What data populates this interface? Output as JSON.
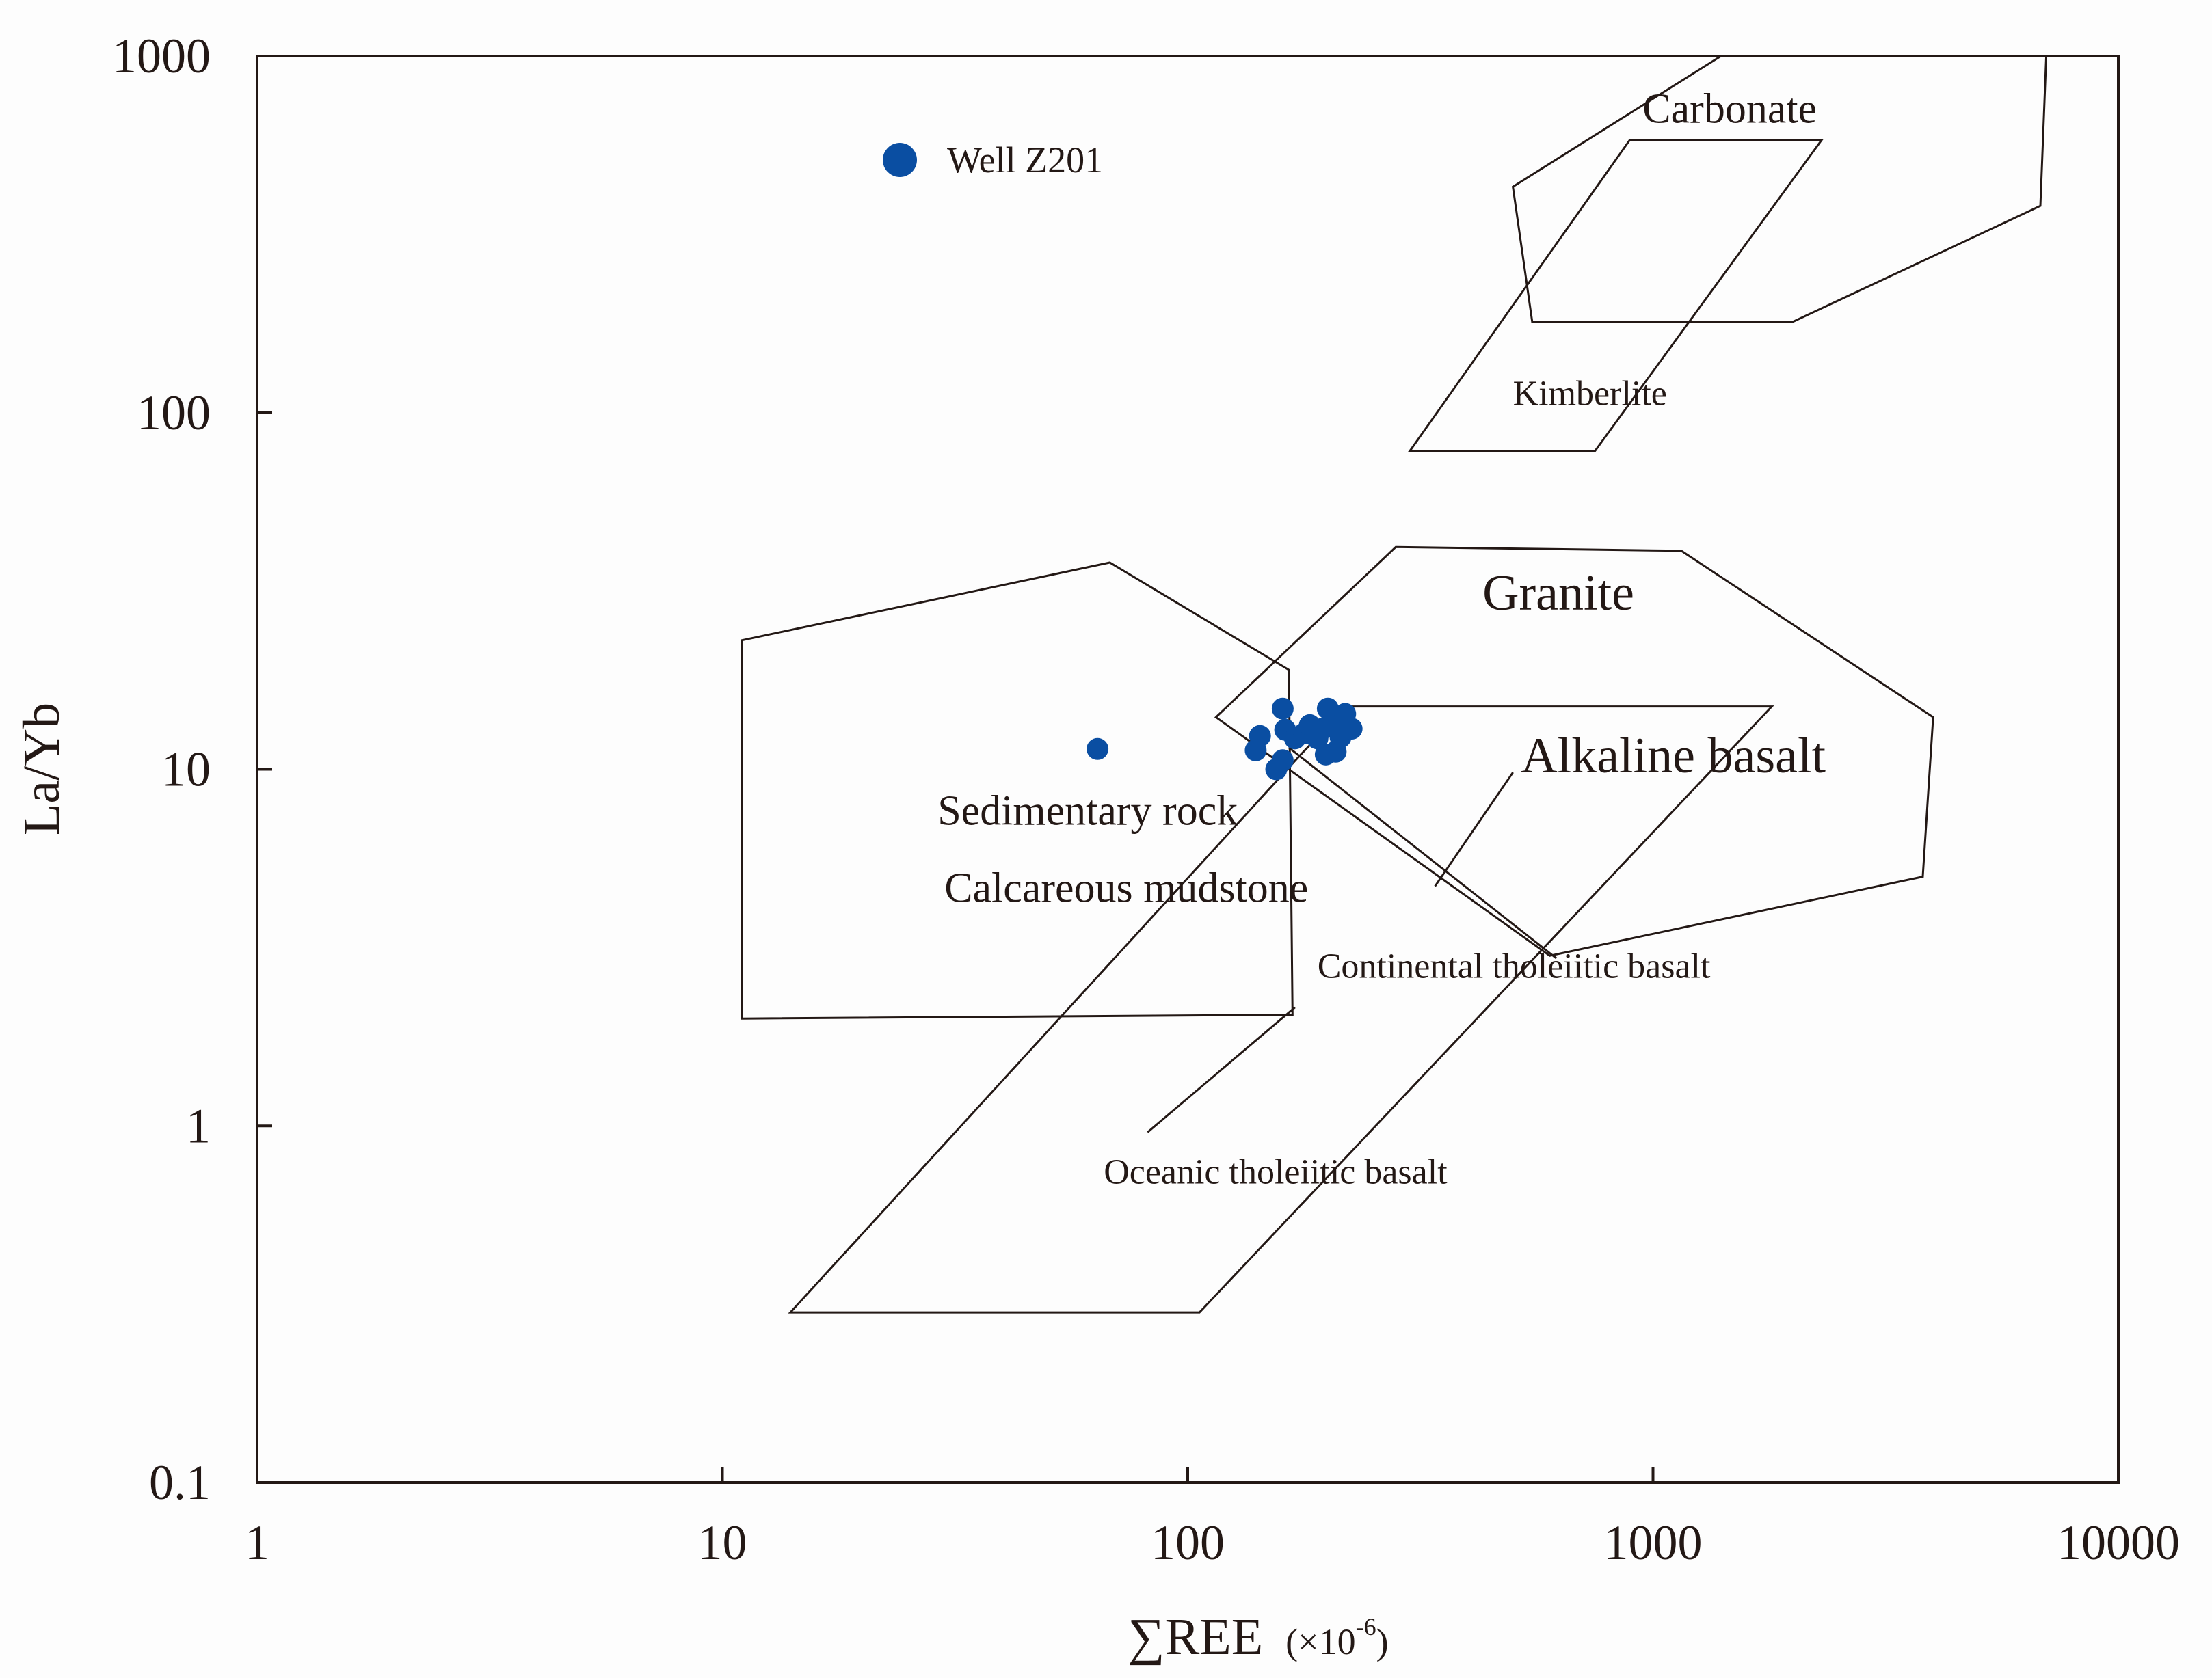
{
  "chart_data": {
    "type": "scatter",
    "x_scale": "log",
    "y_scale": "log",
    "xlim": [
      1,
      10000
    ],
    "ylim": [
      0.1,
      1000
    ],
    "xlabel": "∑REE",
    "xlabel_unit": "(×10",
    "xlabel_unit_exp": "-6",
    "xlabel_unit_close": ")",
    "ylabel": "La/Yb",
    "x_ticks": [
      {
        "value": 1,
        "label": "1"
      },
      {
        "value": 10,
        "label": "10"
      },
      {
        "value": 100,
        "label": "100"
      },
      {
        "value": 1000,
        "label": "1000"
      },
      {
        "value": 10000,
        "label": "10000"
      }
    ],
    "y_ticks": [
      {
        "value": 0.1,
        "label": "0.1"
      },
      {
        "value": 1,
        "label": "1"
      },
      {
        "value": 10,
        "label": "10"
      },
      {
        "value": 100,
        "label": "100"
      },
      {
        "value": 1000,
        "label": "1000"
      }
    ],
    "grid": false,
    "legend_position": "top-left",
    "series": [
      {
        "name": "Well Z201",
        "color": "#0a4ea2",
        "points": [
          {
            "x": 64,
            "y": 11.4
          },
          {
            "x": 160,
            "y": 14.8
          },
          {
            "x": 143,
            "y": 12.4
          },
          {
            "x": 140,
            "y": 11.3
          },
          {
            "x": 155,
            "y": 10.0
          },
          {
            "x": 160,
            "y": 10.6
          },
          {
            "x": 162,
            "y": 12.9
          },
          {
            "x": 170,
            "y": 12.2
          },
          {
            "x": 178,
            "y": 12.6
          },
          {
            "x": 183,
            "y": 13.3
          },
          {
            "x": 190,
            "y": 12.2
          },
          {
            "x": 195,
            "y": 13.0
          },
          {
            "x": 198,
            "y": 11.0
          },
          {
            "x": 200,
            "y": 14.8
          },
          {
            "x": 205,
            "y": 13.2
          },
          {
            "x": 208,
            "y": 11.2
          },
          {
            "x": 213,
            "y": 12.3
          },
          {
            "x": 218,
            "y": 14.3
          },
          {
            "x": 225,
            "y": 13.0
          }
        ]
      }
    ],
    "regions": [
      {
        "label": "Carbonate",
        "label_at": [
          950,
          650
        ],
        "label_size": "medium",
        "polygon": [
          [
            1400,
            1000
          ],
          [
            7000,
            1000
          ],
          [
            6800,
            380
          ],
          [
            2000,
            180
          ],
          [
            550,
            180
          ],
          [
            500,
            430
          ]
        ]
      },
      {
        "label": "Kimberlite",
        "label_at": [
          500,
          105
        ],
        "label_size": "small",
        "polygon": [
          [
            890,
            580
          ],
          [
            2300,
            580
          ],
          [
            750,
            78
          ],
          [
            300,
            78
          ]
        ]
      },
      {
        "label": "Granite",
        "label_at": [
          430,
          28
        ],
        "label_size": "large",
        "polygon": [
          [
            280,
            42
          ],
          [
            1150,
            41
          ],
          [
            4000,
            14
          ],
          [
            3800,
            5
          ],
          [
            600,
            3
          ],
          [
            115,
            14
          ]
        ]
      },
      {
        "label": "Alkaline basalt",
        "label_at": [
          520,
          9.8
        ],
        "label_size": "large",
        "polygon": [
          [
            220,
            15
          ],
          [
            1800,
            15
          ],
          [
            106,
            0.3
          ],
          [
            14,
            0.3
          ],
          [
            175,
            11
          ]
        ]
      },
      {
        "label": "Sedimentary rock",
        "label_at": [
          29,
          7.0
        ],
        "label_size": "medium",
        "polygon": [
          [
            11,
            23
          ],
          [
            68,
            38
          ],
          [
            165,
            19
          ],
          [
            168,
            2.05
          ],
          [
            11,
            2
          ]
        ]
      },
      {
        "label": "Calcareous mudstone",
        "label_at": [
          30,
          4.25
        ],
        "label_size": "medium",
        "polygon": []
      },
      {
        "label": "Continental tholeiitic basalt",
        "label_at": [
          190,
          2.6
        ],
        "label_size": "small",
        "polygon": [
          [
            165,
            11.5
          ],
          [
            620,
            2.95
          ]
        ]
      },
      {
        "label": "Oceanic tholeiitic basalt",
        "label_at": [
          66,
          0.69
        ],
        "label_size": "small",
        "polygon": []
      }
    ],
    "leader_lines": [
      {
        "from": [
          500,
          9.8
        ],
        "to": [
          340,
          4.7
        ]
      },
      {
        "from": [
          170,
          2.15
        ],
        "to": [
          82,
          0.96
        ]
      }
    ]
  }
}
